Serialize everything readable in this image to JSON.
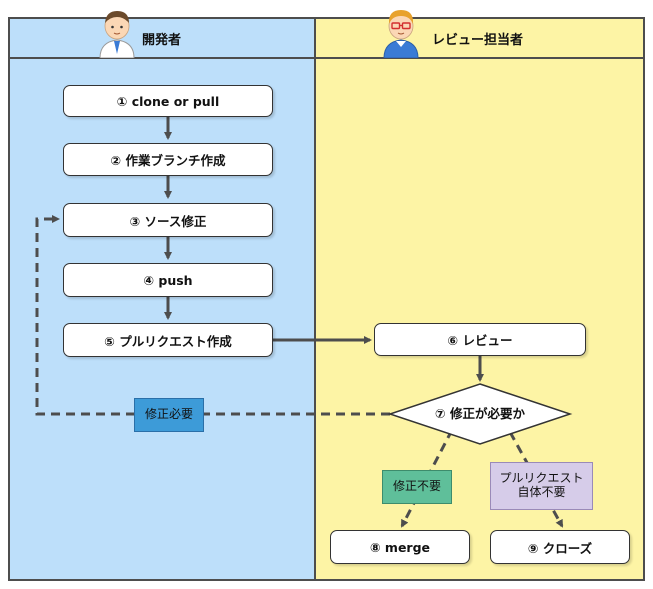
{
  "lanes": {
    "developer": "開発者",
    "reviewer": "レビュー担当者"
  },
  "steps": {
    "s1": "① clone or pull",
    "s2": "② 作業ブランチ作成",
    "s3": "③ ソース修正",
    "s4": "④ push",
    "s5": "⑤ プルリクエスト作成",
    "s6": "⑥ レビュー",
    "s7": "⑦ 修正が必要か",
    "s8": "⑧ merge",
    "s9": "⑨ クローズ"
  },
  "edge_labels": {
    "needs_fix": "修正必要",
    "no_fix": "修正不要",
    "pr_unneeded_line1": "プルリクエスト",
    "pr_unneeded_line2": "自体不要"
  },
  "colors": {
    "developer_lane": "#bddffa",
    "reviewer_lane": "#fdf4a5",
    "needs_fix_label": "#3d9bd8",
    "no_fix_label": "#5fbf9a",
    "pr_unneeded_label": "#d6cce9",
    "connector": "#4d4d4d"
  },
  "icons": {
    "developer": "developer-avatar-icon",
    "reviewer": "reviewer-avatar-icon"
  }
}
